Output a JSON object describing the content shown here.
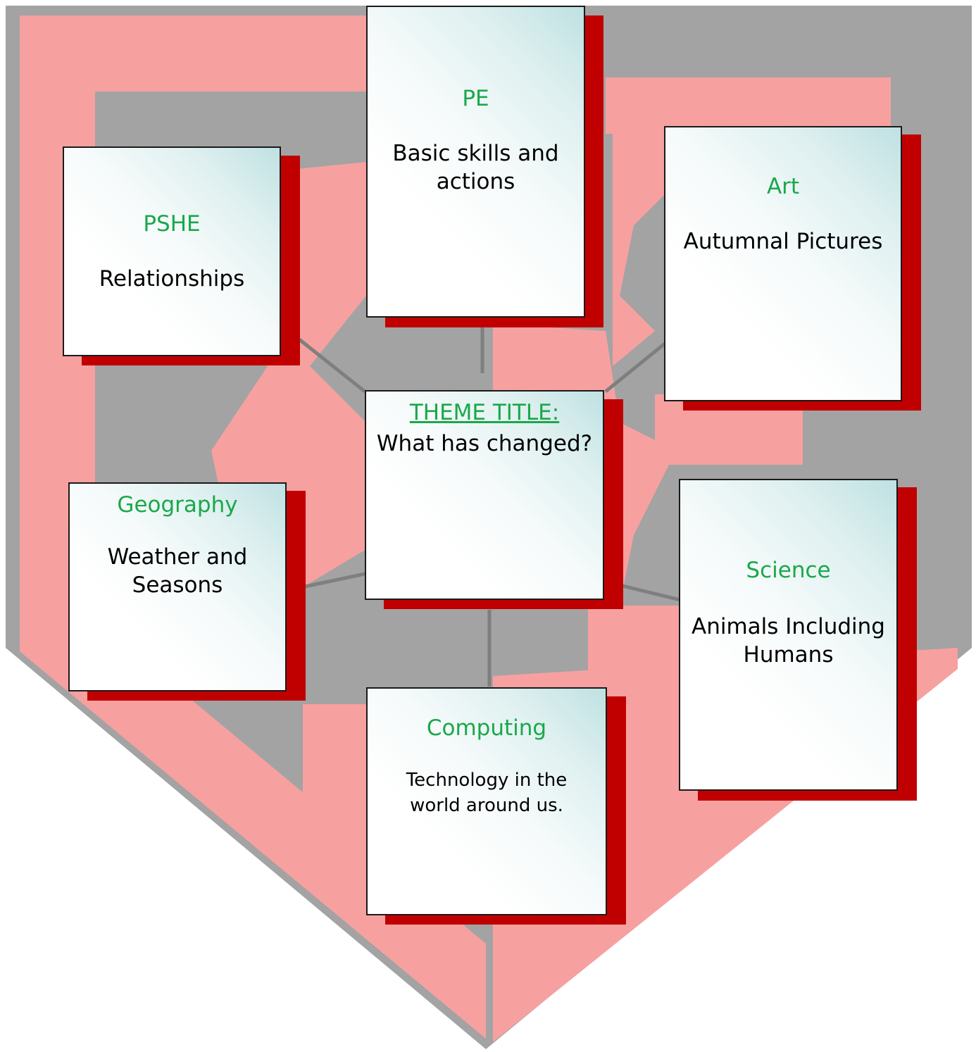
{
  "colors": {
    "subject_text": "#1aa84a",
    "topic_text": "#000000",
    "card_shadow": "#c00000",
    "shield_pink": "#f7a0a0",
    "shield_grey": "#a3a3a3",
    "connector": "#7f7f7f"
  },
  "center": {
    "label": "THEME TITLE:",
    "title": "What has changed?"
  },
  "cards": {
    "pe": {
      "subject": "PE",
      "topic": "Basic skills and\nactions"
    },
    "pshe": {
      "subject": "PSHE",
      "topic": "Relationships"
    },
    "art": {
      "subject": "Art",
      "topic": "Autumnal Pictures"
    },
    "geography": {
      "subject": "Geography",
      "topic": "Weather and\nSeasons"
    },
    "science": {
      "subject": "Science",
      "topic": "Animals Including\nHumans"
    },
    "computing": {
      "subject": "Computing",
      "topic": "Technology in the\nworld around us."
    }
  }
}
